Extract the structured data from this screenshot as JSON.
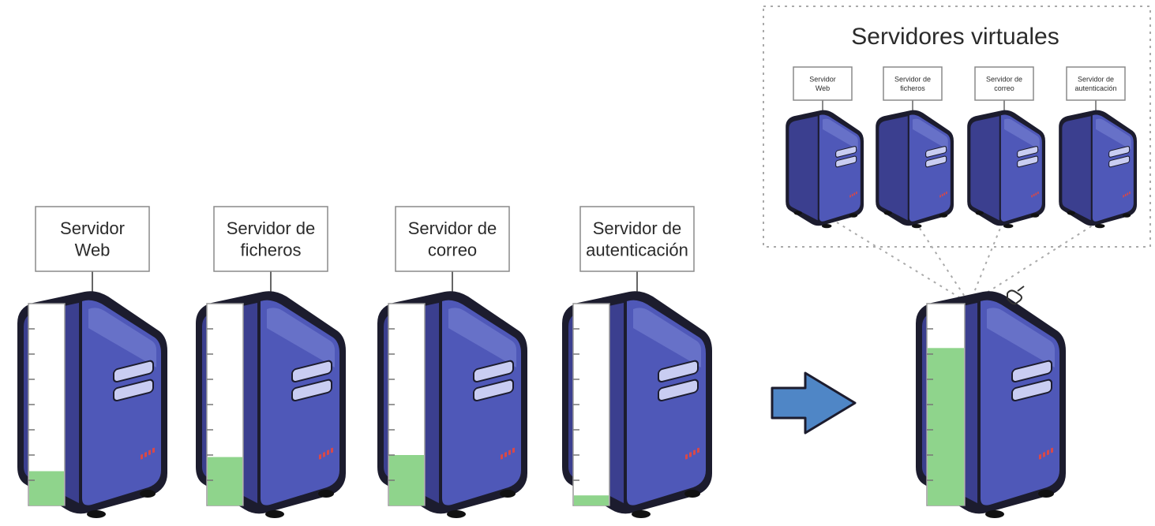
{
  "physical_servers": [
    {
      "label_lines": [
        "Servidor",
        "Web"
      ],
      "usage_fraction": 0.17
    },
    {
      "label_lines": [
        "Servidor de",
        "ficheros"
      ],
      "usage_fraction": 0.24
    },
    {
      "label_lines": [
        "Servidor de",
        "correo"
      ],
      "usage_fraction": 0.25
    },
    {
      "label_lines": [
        "Servidor de",
        "autenticación"
      ],
      "usage_fraction": 0.05
    }
  ],
  "virtual_group": {
    "title": "Servidores virtuales",
    "servers": [
      {
        "label_lines": [
          "Servidor",
          "Web"
        ]
      },
      {
        "label_lines": [
          "Servidor de",
          "ficheros"
        ]
      },
      {
        "label_lines": [
          "Servidor de",
          "correo"
        ]
      },
      {
        "label_lines": [
          "Servidor de",
          "autenticación"
        ]
      }
    ]
  },
  "consolidated_server": {
    "usage_fraction": 0.78
  },
  "colors": {
    "server_body": "#3b3f8f",
    "server_face": "#4f58b8",
    "server_highlight": "#7c86d6",
    "server_outline": "#1c1c2e",
    "gauge_fill": "#8fd48c",
    "gauge_bg": "#ffffff",
    "arrow": "#4f86c6",
    "dotted_line": "#aaaaaa"
  },
  "icons": {
    "arrow": "right-arrow-icon",
    "server": "server-icon",
    "cursor": "cursor-icon"
  }
}
